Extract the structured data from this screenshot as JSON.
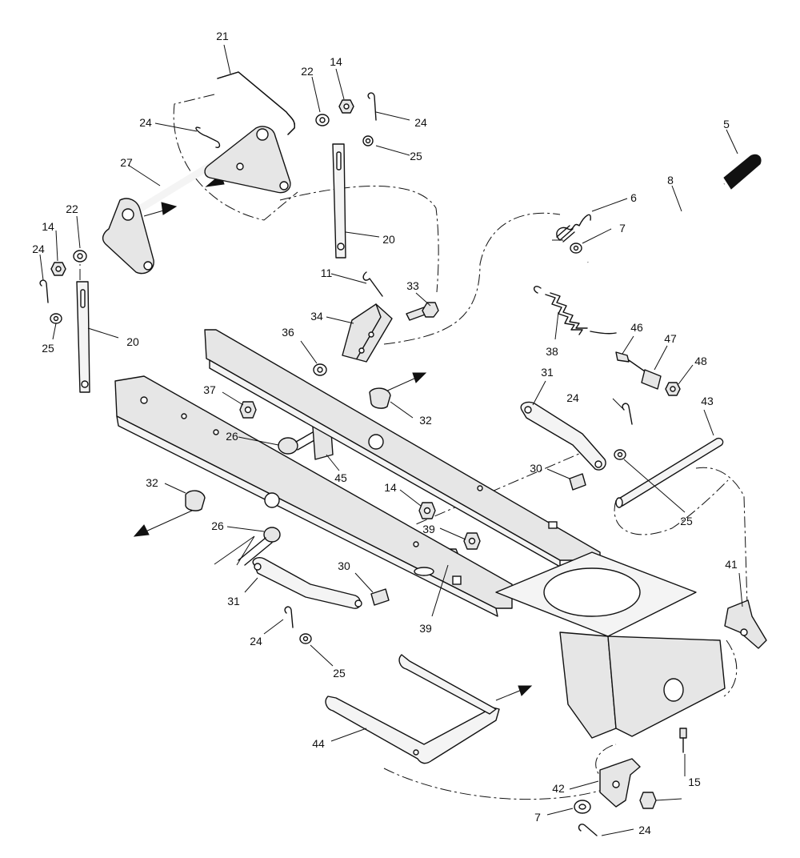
{
  "diagram": {
    "callouts": [
      {
        "id": "c21a",
        "text": "21"
      },
      {
        "id": "c22a",
        "text": "22"
      },
      {
        "id": "c14a",
        "text": "14"
      },
      {
        "id": "c24a",
        "text": "24"
      },
      {
        "id": "c24b",
        "text": "24"
      },
      {
        "id": "c25a",
        "text": "25"
      },
      {
        "id": "c27",
        "text": "27"
      },
      {
        "id": "c5",
        "text": "5"
      },
      {
        "id": "c8",
        "text": "8"
      },
      {
        "id": "c6",
        "text": "6"
      },
      {
        "id": "c7a",
        "text": "7"
      },
      {
        "id": "c14b",
        "text": "14"
      },
      {
        "id": "c22b",
        "text": "22"
      },
      {
        "id": "c24c",
        "text": "24"
      },
      {
        "id": "c20a",
        "text": "20"
      },
      {
        "id": "c11",
        "text": "11"
      },
      {
        "id": "c33",
        "text": "33"
      },
      {
        "id": "c34",
        "text": "34"
      },
      {
        "id": "c20b",
        "text": "20"
      },
      {
        "id": "c25b",
        "text": "25"
      },
      {
        "id": "c38",
        "text": "38"
      },
      {
        "id": "c46",
        "text": "46"
      },
      {
        "id": "c47",
        "text": "47"
      },
      {
        "id": "c48",
        "text": "48"
      },
      {
        "id": "c36",
        "text": "36"
      },
      {
        "id": "c31a",
        "text": "31"
      },
      {
        "id": "c37",
        "text": "37"
      },
      {
        "id": "c32a",
        "text": "32"
      },
      {
        "id": "c24d",
        "text": "24"
      },
      {
        "id": "c43",
        "text": "43"
      },
      {
        "id": "c26a",
        "text": "26"
      },
      {
        "id": "c45",
        "text": "45"
      },
      {
        "id": "c30a",
        "text": "30"
      },
      {
        "id": "c32b",
        "text": "32"
      },
      {
        "id": "c14c",
        "text": "14"
      },
      {
        "id": "c25c",
        "text": "25"
      },
      {
        "id": "c39a",
        "text": "39"
      },
      {
        "id": "c26b",
        "text": "26"
      },
      {
        "id": "c41",
        "text": "41"
      },
      {
        "id": "c30b",
        "text": "30"
      },
      {
        "id": "c31b",
        "text": "31"
      },
      {
        "id": "c39b",
        "text": "39"
      },
      {
        "id": "c24e",
        "text": "24"
      },
      {
        "id": "c25d",
        "text": "25"
      },
      {
        "id": "c44",
        "text": "44"
      },
      {
        "id": "c15",
        "text": "15"
      },
      {
        "id": "c42",
        "text": "42"
      },
      {
        "id": "c7b",
        "text": "7"
      },
      {
        "id": "c24f",
        "text": "24"
      }
    ]
  }
}
